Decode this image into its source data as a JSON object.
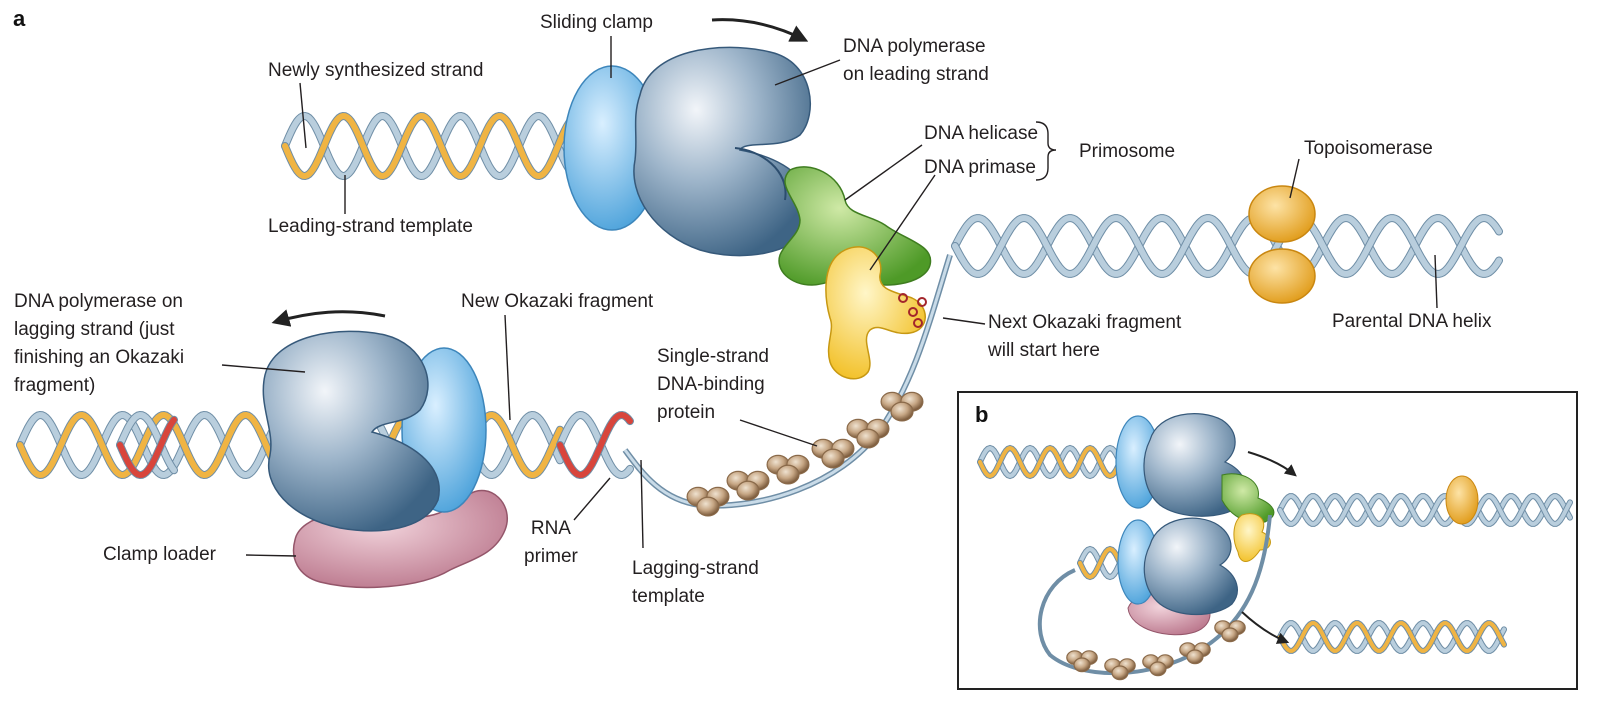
{
  "panels": {
    "a": "a",
    "b": "b"
  },
  "labels": {
    "sliding_clamp": "Sliding clamp",
    "pol_leading": [
      "DNA polymerase",
      "on leading strand"
    ],
    "new_strand": "Newly synthesized strand",
    "leading_template": "Leading-strand template",
    "helicase": "DNA helicase",
    "primase": "DNA primase",
    "primosome": "Primosome",
    "topoisomerase": "Topoisomerase",
    "parental_helix": "Parental DNA helix",
    "next_okazaki": [
      "Next Okazaki fragment",
      "will start here"
    ],
    "pol_lagging": [
      "DNA polymerase on",
      "lagging strand (just",
      "finishing an Okazaki",
      "fragment)"
    ],
    "new_okazaki": "New Okazaki fragment",
    "ssb": [
      "Single-strand",
      "DNA-binding",
      "protein"
    ],
    "clamp_loader": "Clamp loader",
    "rna_primer": [
      "RNA",
      "primer"
    ],
    "lagging_template": [
      "Lagging-strand",
      "template"
    ]
  },
  "colors": {
    "backbone": "#b9cedd",
    "backbone_edge": "#6f8ea6",
    "new_strand": "#f0b443",
    "rna_primer": "#d8453c",
    "polymerase": "#7f9db7",
    "clamp": "#74b7e2",
    "helicase": "#78b83f",
    "primase": "#f7cf45",
    "topoisomerase": "#eeaa2a",
    "clamp_loader": "#c98799",
    "ssb": "#8a6a4a"
  }
}
